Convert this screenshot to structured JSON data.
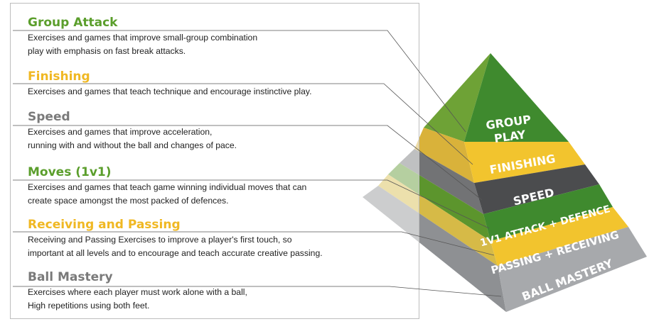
{
  "colors": {
    "green_dark": "#3f8a2e",
    "green_light": "#8cbd3f",
    "yellow": "#f2c42e",
    "gray_dark": "#4b4c4e",
    "gray_light": "#a7a9ac",
    "speed_title": "#7a7a7a"
  },
  "sections": [
    {
      "title": "Group Attack",
      "title_color": "#5b9e2c",
      "desc": "Exercises and games that improve small-group combination\nplay with emphasis on fast break attacks."
    },
    {
      "title": "Finishing",
      "title_color": "#f0b823",
      "desc": "Exercises and games that teach technique and encourage instinctive play."
    },
    {
      "title": "Speed",
      "title_color": "#7a7a7a",
      "desc": "Exercises and games that improve acceleration,\nrunning with and without the ball and changes of pace."
    },
    {
      "title": "Moves (1v1)",
      "title_color": "#5b9e2c",
      "desc": "Exercises and games that teach game winning individual moves that can\ncreate space amongst the most packed of defences."
    },
    {
      "title": "Receiving and Passing",
      "title_color": "#f0b823",
      "desc": "Receiving and Passing Exercises to improve a player's first touch, so\nimportant at all levels and to encourage and teach accurate creative passing."
    },
    {
      "title": "Ball Mastery",
      "title_color": "#7a7a7a",
      "desc": "Exercises where each player must work alone with a ball,\nHigh repetitions using both feet."
    }
  ],
  "pyramid": {
    "group_play_line1": "GROUP",
    "group_play_line2": "PLAY",
    "finishing": "FINISHING",
    "speed": "SPEED",
    "attack_defence": "1V1 ATTACK + DEFENCE",
    "passing_receiving": "PASSING + RECEIVING",
    "ball_mastery": "BALL MASTERY"
  }
}
